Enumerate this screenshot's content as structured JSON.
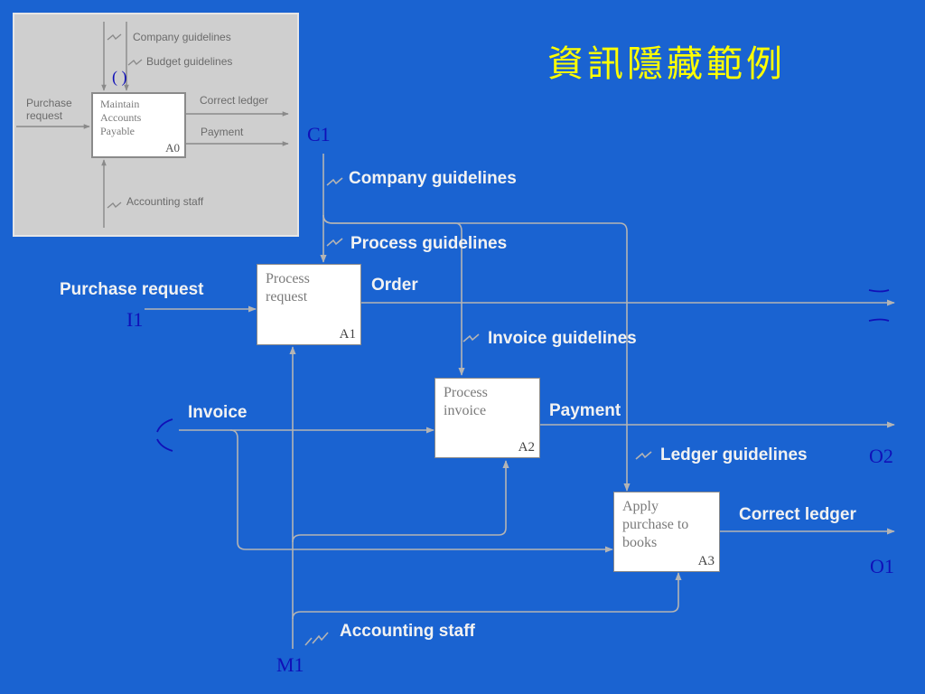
{
  "title": "資訊隱藏範例",
  "context_diagram": {
    "box": {
      "label": "Maintain Accounts Payable",
      "code": "A0"
    },
    "controls": [
      "Company guidelines",
      "Budget guidelines"
    ],
    "input": "Purchase request",
    "outputs": [
      "Correct ledger",
      "Payment"
    ],
    "mechanism": "Accounting staff",
    "tunnel_marks": "( )"
  },
  "activities": [
    {
      "id": "A1",
      "label": "Process request"
    },
    {
      "id": "A2",
      "label": "Process invoice"
    },
    {
      "id": "A3",
      "label": "Apply purchase to books"
    }
  ],
  "arrow_labels": {
    "company_guidelines": "Company guidelines",
    "process_guidelines": "Process guidelines",
    "invoice_guidelines": "Invoice guidelines",
    "ledger_guidelines": "Ledger guidelines",
    "purchase_request": "Purchase request",
    "order": "Order",
    "invoice": "Invoice",
    "payment": "Payment",
    "correct_ledger": "Correct ledger",
    "accounting_staff": "Accounting staff"
  },
  "icom_codes": {
    "c1": "C1",
    "i1": "I1",
    "o1": "O1",
    "o2": "O2",
    "m1": "M1"
  },
  "colors": {
    "background": "#1a63d1",
    "title": "#ffff00",
    "code": "#1010b8",
    "line": "#b4b4b4"
  }
}
